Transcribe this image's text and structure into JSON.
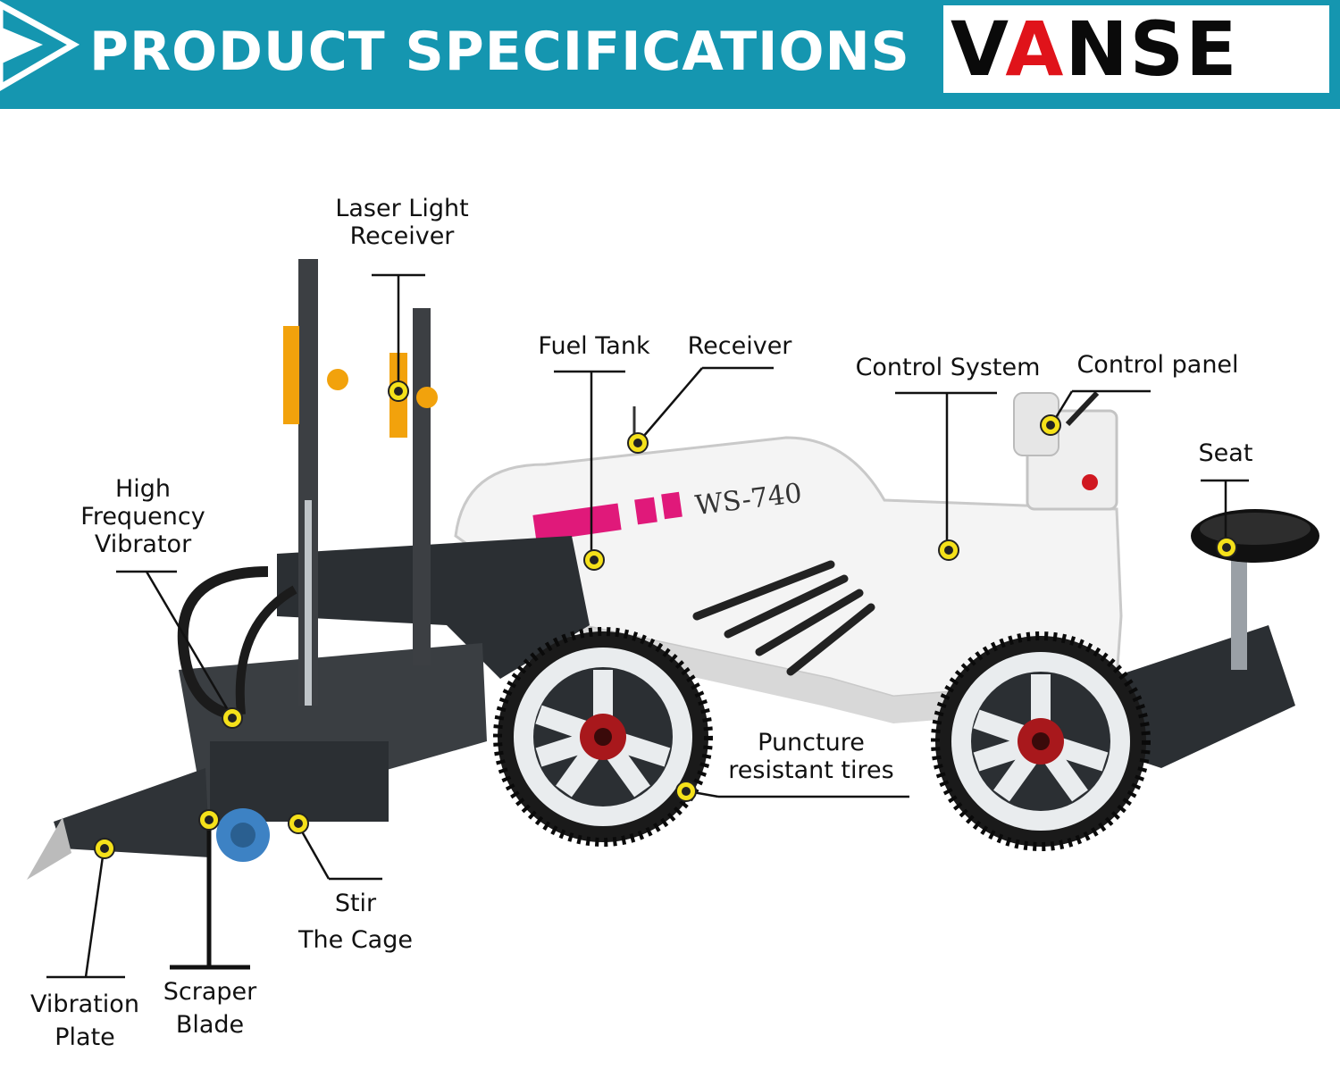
{
  "header": {
    "title": "PRODUCT SPECIFICATIONS",
    "brand_prefix": "V",
    "brand_accent": "A",
    "brand_suffix": "NSE",
    "banner_color": "#1596b0",
    "accent_color": "#e0131a"
  },
  "machine": {
    "model": "WS-740",
    "body_color": "#f4f4f4",
    "frame_color": "#2b2f33",
    "stripe_color": "#e0197a"
  },
  "callouts": {
    "laser_receiver": [
      "Laser Light",
      "Receiver"
    ],
    "fuel_tank": "Fuel Tank",
    "receiver": "Receiver",
    "control_system": "Control System",
    "control_panel": "Control panel",
    "seat": "Seat",
    "hf_vibrator": [
      "High",
      "Frequency",
      "Vibrator"
    ],
    "tires": [
      "Puncture",
      "resistant tires"
    ],
    "stir_cage": [
      "Stir",
      "The Cage"
    ],
    "vibration_plate": [
      "Vibration",
      "Plate"
    ],
    "scraper_blade": [
      "Scraper",
      "Blade"
    ],
    "marker_color": "#f5e11a"
  }
}
